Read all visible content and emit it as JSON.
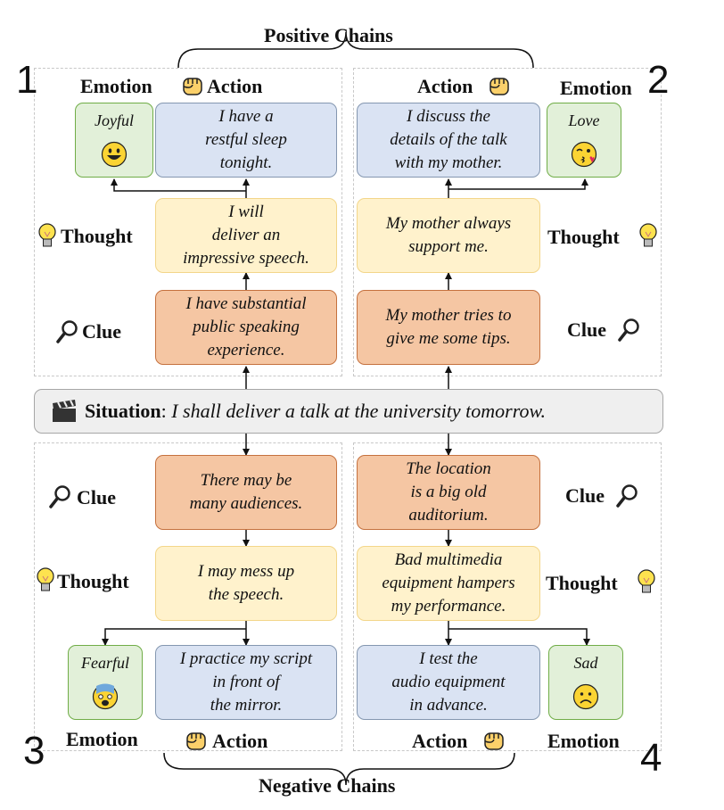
{
  "titles": {
    "positive": "Positive Chains",
    "negative": "Negative Chains"
  },
  "numbers": [
    "1",
    "2",
    "3",
    "4"
  ],
  "labels": {
    "emotion": "Emotion",
    "action": "Action",
    "thought": "Thought",
    "clue": "Clue"
  },
  "situation": {
    "label": "Situation",
    "sep": ":",
    "text": "I shall deliver a talk at the university tomorrow."
  },
  "chains": {
    "q1": {
      "action": "I have a\nrestful sleep\ntonight.",
      "emotion": "Joyful",
      "thought": "I will\ndeliver an\nimpressive speech.",
      "clue": "I have substantial\npublic speaking\nexperience."
    },
    "q2": {
      "action": "I discuss the\ndetails of the talk\nwith my mother.",
      "emotion": "Love",
      "thought": "My mother always\nsupport me.",
      "clue": "My mother tries to\ngive me some tips."
    },
    "q3": {
      "clue": "There may be\nmany audiences.",
      "thought": "I may mess up\nthe speech.",
      "action": "I practice my script\nin front of\nthe mirror.",
      "emotion": "Fearful"
    },
    "q4": {
      "clue": "The location\nis a big old\nauditorium.",
      "thought": "Bad multimedia\nequipment hampers\nmy performance.",
      "action": "I test the\naudio equipment\nin advance.",
      "emotion": "Sad"
    }
  },
  "colors": {
    "action_fill": "#dae3f3",
    "action_border": "#8497b0",
    "thought_fill": "#fff2cc",
    "thought_border": "#f3d68a",
    "clue_fill": "#f5c6a3",
    "clue_border": "#c5713e",
    "emotion_fill": "#e2f0d9",
    "emotion_border": "#70ad47",
    "situation_fill": "#efefef"
  },
  "icons": [
    "fist-icon",
    "lightbulb-icon",
    "magnifier-icon",
    "clapperboard-icon",
    "joyful-face-icon",
    "kiss-face-icon",
    "fearful-face-icon",
    "sad-face-icon"
  ]
}
